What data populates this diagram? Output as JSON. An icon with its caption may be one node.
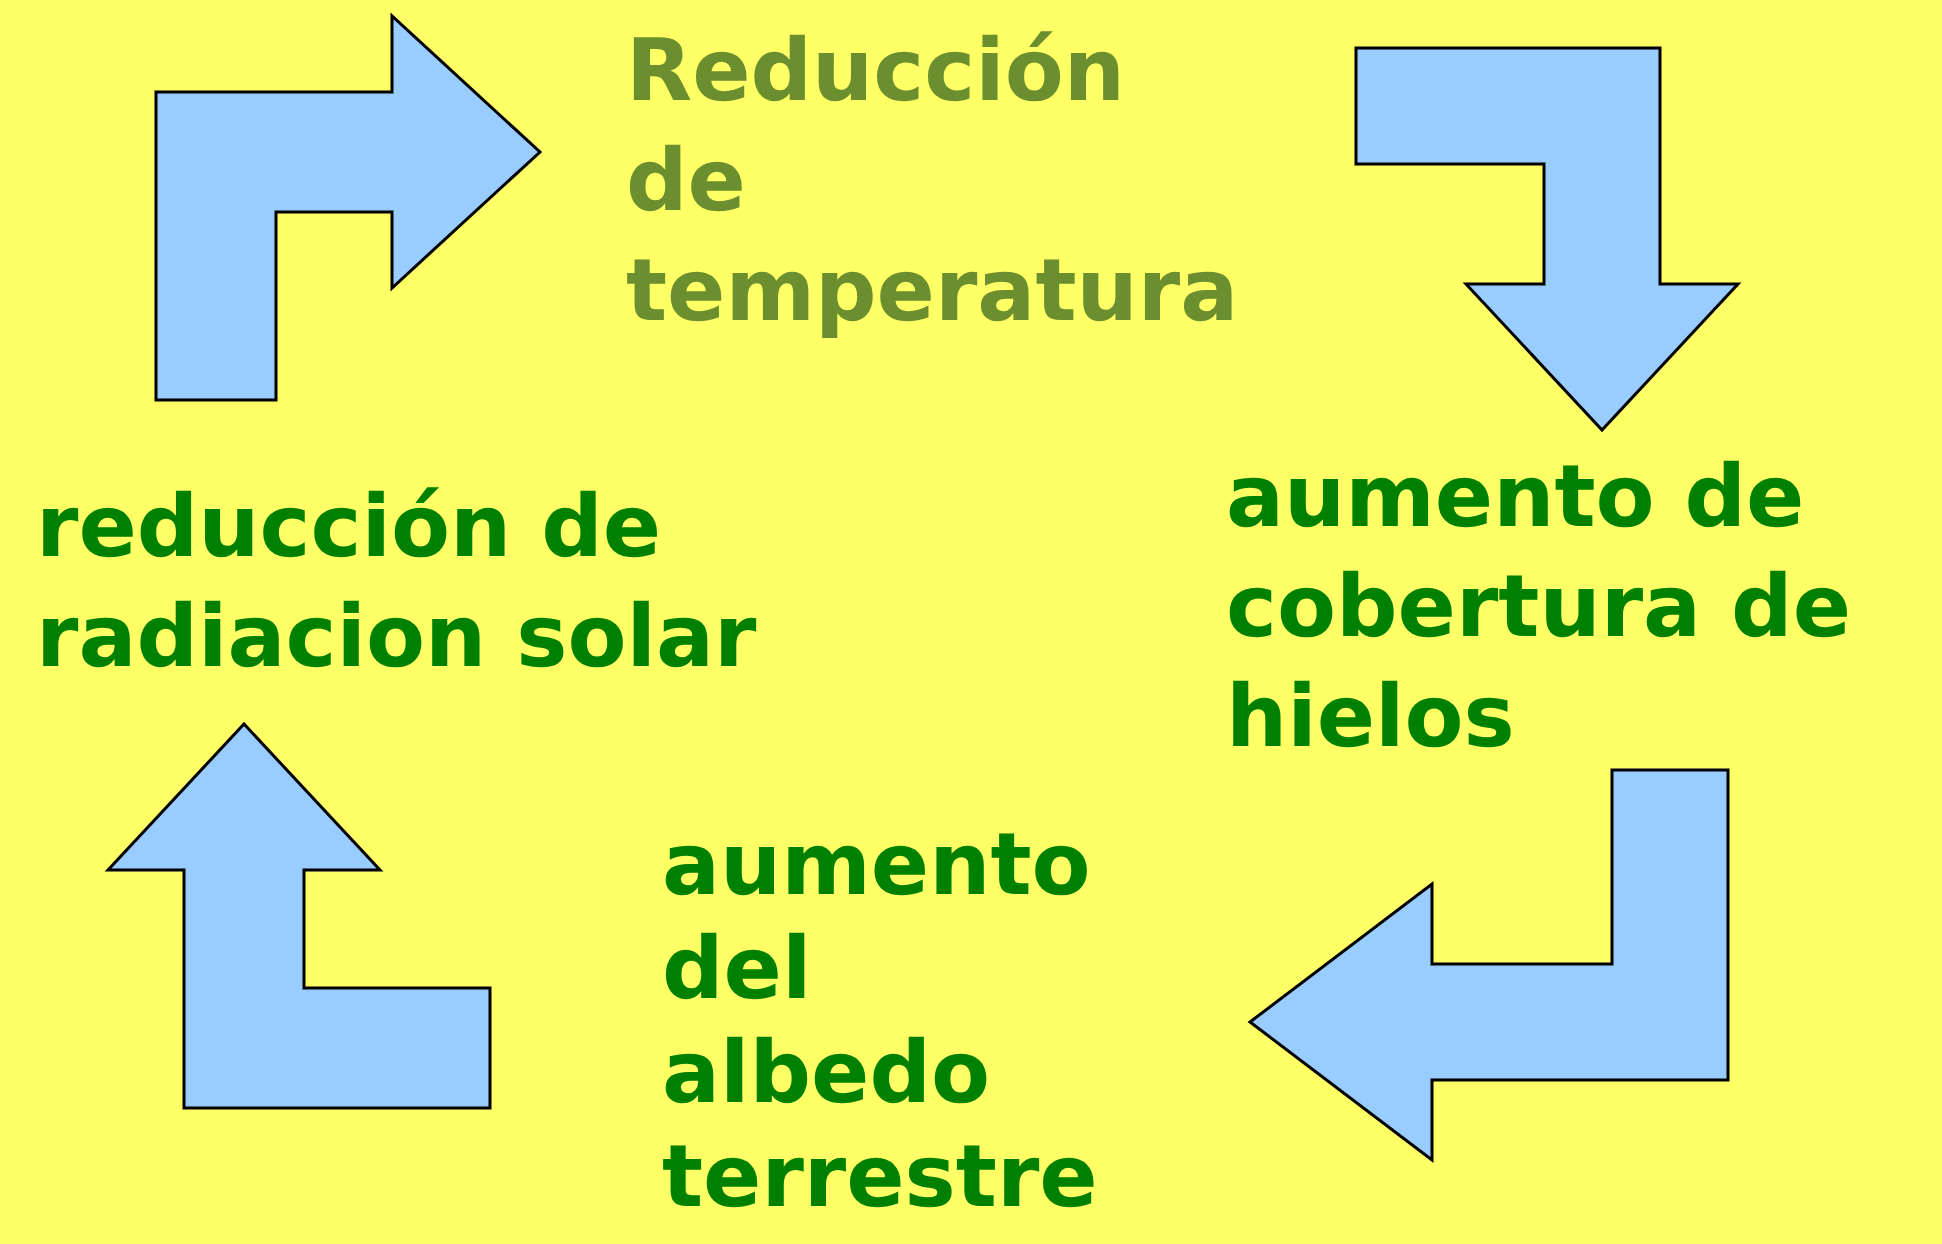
{
  "diagram": {
    "nodes": [
      {
        "text": [
          "Reducción de temperatura"
        ]
      },
      {
        "text": [
          "aumento de cobertura de hielos"
        ]
      },
      {
        "text": [
          "aumento del albedo terrestre"
        ]
      },
      {
        "text": [
          "reducción de radiacion solar"
        ]
      }
    ],
    "edges": [
      {
        "from": 3,
        "to": 0,
        "arrow": "to"
      },
      {
        "from": 0,
        "to": 1,
        "arrow": "to"
      },
      {
        "from": 1,
        "to": 2,
        "arrow": "to"
      },
      {
        "from": 2,
        "to": 3,
        "arrow": "to"
      }
    ]
  }
}
